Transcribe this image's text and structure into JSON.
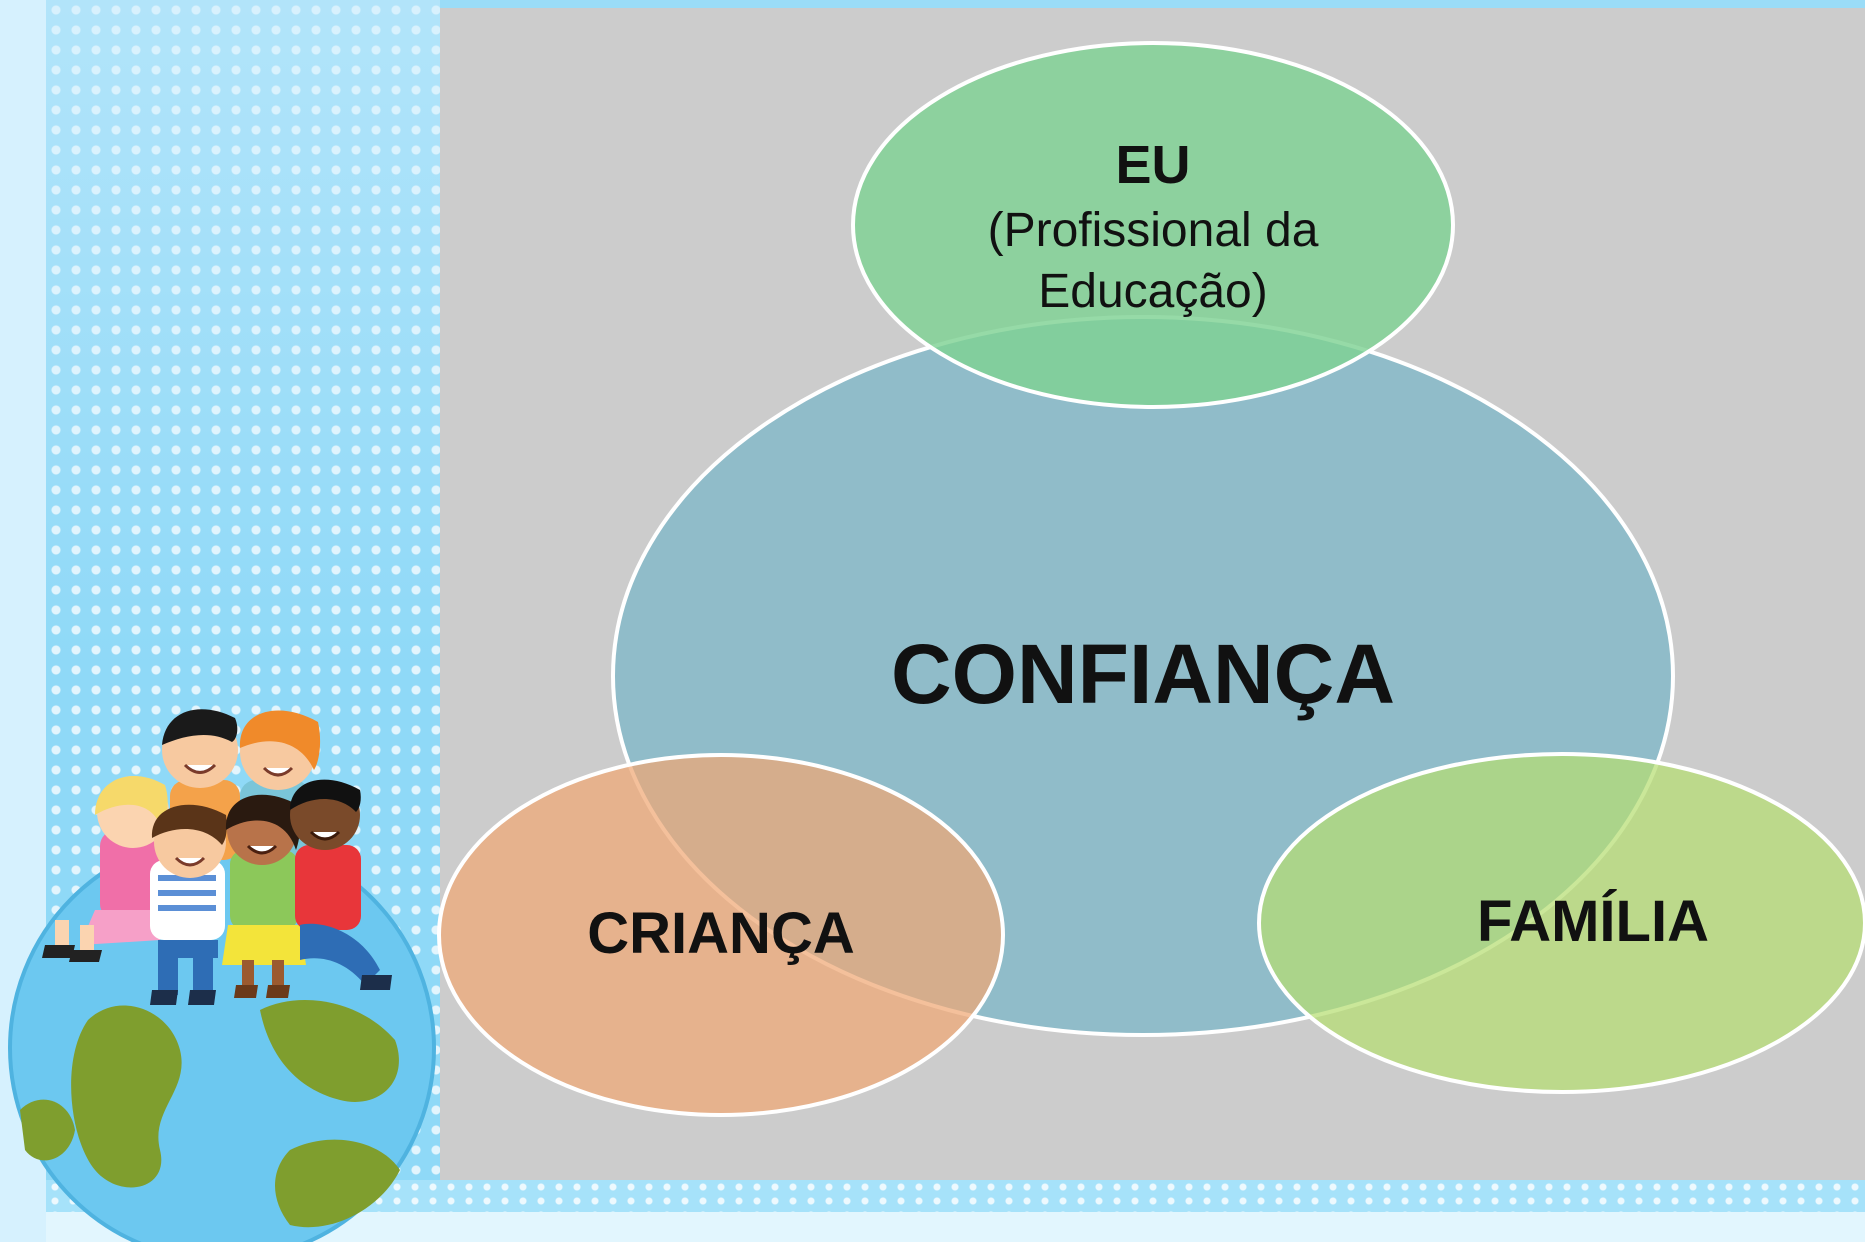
{
  "diagram": {
    "center": {
      "label": "CONFIANÇA",
      "color": "#8bbbc9"
    },
    "top": {
      "title": "EU",
      "subtitle_line1": "(Profissional da",
      "subtitle_line2": "Educação)",
      "color": "#7fd294"
    },
    "left": {
      "label": "CRIANÇA",
      "color": "#e8ab7f"
    },
    "right": {
      "label": "FAMÍLIA",
      "color": "#aed676"
    }
  },
  "illustration": {
    "name": "children sitting on globe"
  },
  "colors": {
    "background_blue": "#8fd9f7",
    "panel_gray": "#cccccc",
    "outline": "#ffffff"
  }
}
